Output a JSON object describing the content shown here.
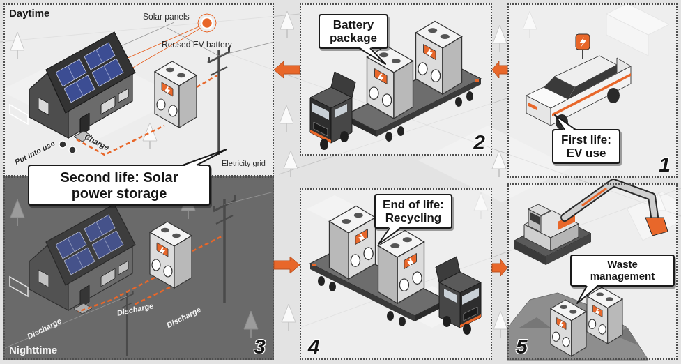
{
  "diagram": {
    "nodes": [
      {
        "text": [
          "Daytime"
        ]
      },
      {
        "text": [
          "2"
        ]
      },
      {
        "text": [
          "Battery package"
        ],
        "in": 1
      },
      {
        "text": [
          "1"
        ]
      },
      {
        "text": [
          "First life: EV use"
        ],
        "in": 3
      },
      {
        "text": [
          "Second life: Solar power storage"
        ]
      },
      {
        "text": [
          "Nighttime",
          "3"
        ]
      },
      {
        "text": [
          "4"
        ]
      },
      {
        "text": [
          "End of life: Recycling"
        ],
        "in": 7
      },
      {
        "text": [
          "5"
        ]
      },
      {
        "text": [
          "Waste management"
        ],
        "in": 9
      }
    ],
    "edges": [
      {
        "from": 3,
        "to": 1,
        "arrow": "to"
      },
      {
        "from": 1,
        "to": 0,
        "arrow": "to"
      },
      {
        "from": 6,
        "to": 7,
        "arrow": "to"
      },
      {
        "from": 7,
        "to": 9,
        "arrow": "to"
      }
    ],
    "labels": [
      "Solar panels",
      "Reused EV battery",
      "Charge",
      "Put into use",
      "Eletricity grid",
      "Discharge",
      "Discharge",
      "Discharge"
    ]
  }
}
